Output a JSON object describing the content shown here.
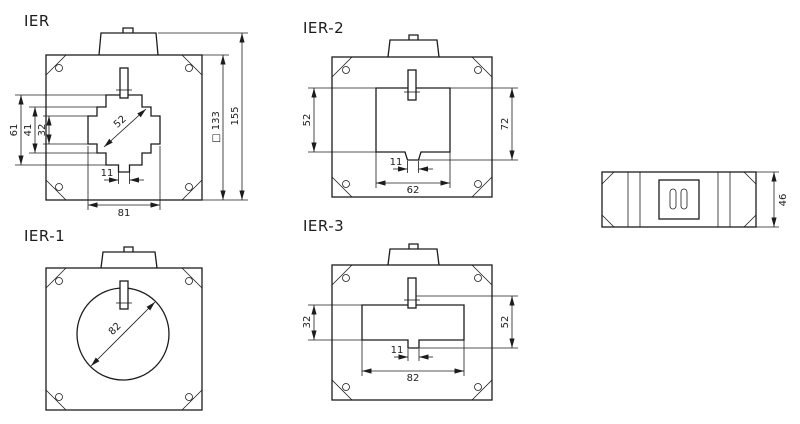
{
  "drawing": {
    "views": {
      "ier": {
        "title": "IER",
        "dims": {
          "height_61": "61",
          "height_41": "41",
          "height_32": "32",
          "diag_52": "52",
          "notch_11": "11",
          "width_81": "81",
          "square_133": "□ 133",
          "height_155": "155"
        }
      },
      "ier1": {
        "title": "IER-1",
        "dims": {
          "diameter_82": "82"
        }
      },
      "ier2": {
        "title": "IER-2",
        "dims": {
          "height_52": "52",
          "height_72": "72",
          "notch_11": "11",
          "width_62": "62"
        }
      },
      "ier3": {
        "title": "IER-3",
        "dims": {
          "height_32": "32",
          "height_52": "52",
          "notch_11": "11",
          "width_82": "82"
        }
      },
      "side": {
        "dims": {
          "depth_46": "46"
        }
      }
    },
    "line_color": "#1c1c1c",
    "background": "#ffffff"
  }
}
